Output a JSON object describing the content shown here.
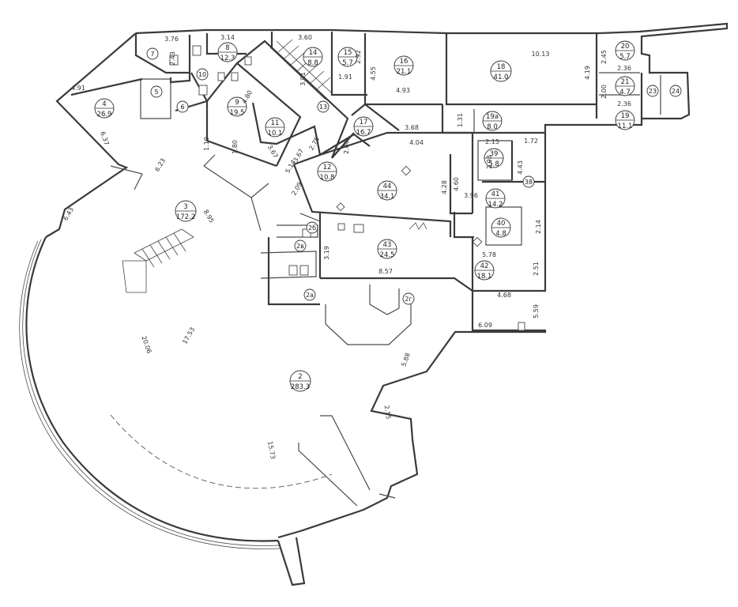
{
  "rooms": [
    {
      "id": "r4",
      "number": "4",
      "area": "26.9"
    },
    {
      "id": "r3",
      "number": "3",
      "area": "172.2"
    },
    {
      "id": "r8",
      "number": "8",
      "area": "12.3"
    },
    {
      "id": "r9",
      "number": "9",
      "area": "19.5"
    },
    {
      "id": "r11",
      "number": "11",
      "area": "10.1"
    },
    {
      "id": "r12",
      "number": "12",
      "area": "10.8"
    },
    {
      "id": "r14",
      "number": "14",
      "area": "8.8"
    },
    {
      "id": "r15",
      "number": "15",
      "area": "5.7"
    },
    {
      "id": "r16",
      "number": "16",
      "area": "21.1"
    },
    {
      "id": "r17",
      "number": "17",
      "area": "16.7"
    },
    {
      "id": "r18",
      "number": "18",
      "area": "41.0"
    },
    {
      "id": "r19a",
      "number": "19a",
      "area": "8.0"
    },
    {
      "id": "r19",
      "number": "19",
      "area": "11.1"
    },
    {
      "id": "r20",
      "number": "20",
      "area": "5.7"
    },
    {
      "id": "r21",
      "number": "21",
      "area": "4.7"
    },
    {
      "id": "r39",
      "number": "39",
      "area": "5.8"
    },
    {
      "id": "r41",
      "number": "41",
      "area": "14.2"
    },
    {
      "id": "r40",
      "number": "40",
      "area": "4.8"
    },
    {
      "id": "r42",
      "number": "42",
      "area": "18.1"
    },
    {
      "id": "r43",
      "number": "43",
      "area": "24.5"
    },
    {
      "id": "r44",
      "number": "44",
      "area": "34.1"
    },
    {
      "id": "r2",
      "number": "2",
      "area": "283.3"
    }
  ],
  "tags": [
    "7",
    "5",
    "6",
    "10",
    "13",
    "23",
    "24",
    "38",
    "2б",
    "2в",
    "2а",
    "2г"
  ],
  "dimensions": [
    "3.76",
    "3.14",
    "3.60",
    "2.92",
    "10.13",
    "2.45",
    "2.36",
    "2.00",
    "2.36",
    "2.43",
    "4.91",
    "6.37",
    "4.80",
    "3.01",
    "1.91",
    "4.55",
    "4.93",
    "4.19",
    "1.19",
    "1.80",
    "3.67",
    "3.67",
    "2.75",
    "2.00",
    "1.31",
    "3.68",
    "2.15",
    "1.72",
    "4.04",
    "2.98",
    "4.43",
    "6.23",
    "6.43",
    "8.95",
    "5.14",
    "2.09",
    "4.28",
    "4.60",
    "3.96",
    "2.14",
    "3.19",
    "5.78",
    "8.57",
    "2.51",
    "4.68",
    "5.59",
    "6.09",
    "20.06",
    "17.53",
    "5.88",
    "2.15",
    "15.73"
  ]
}
